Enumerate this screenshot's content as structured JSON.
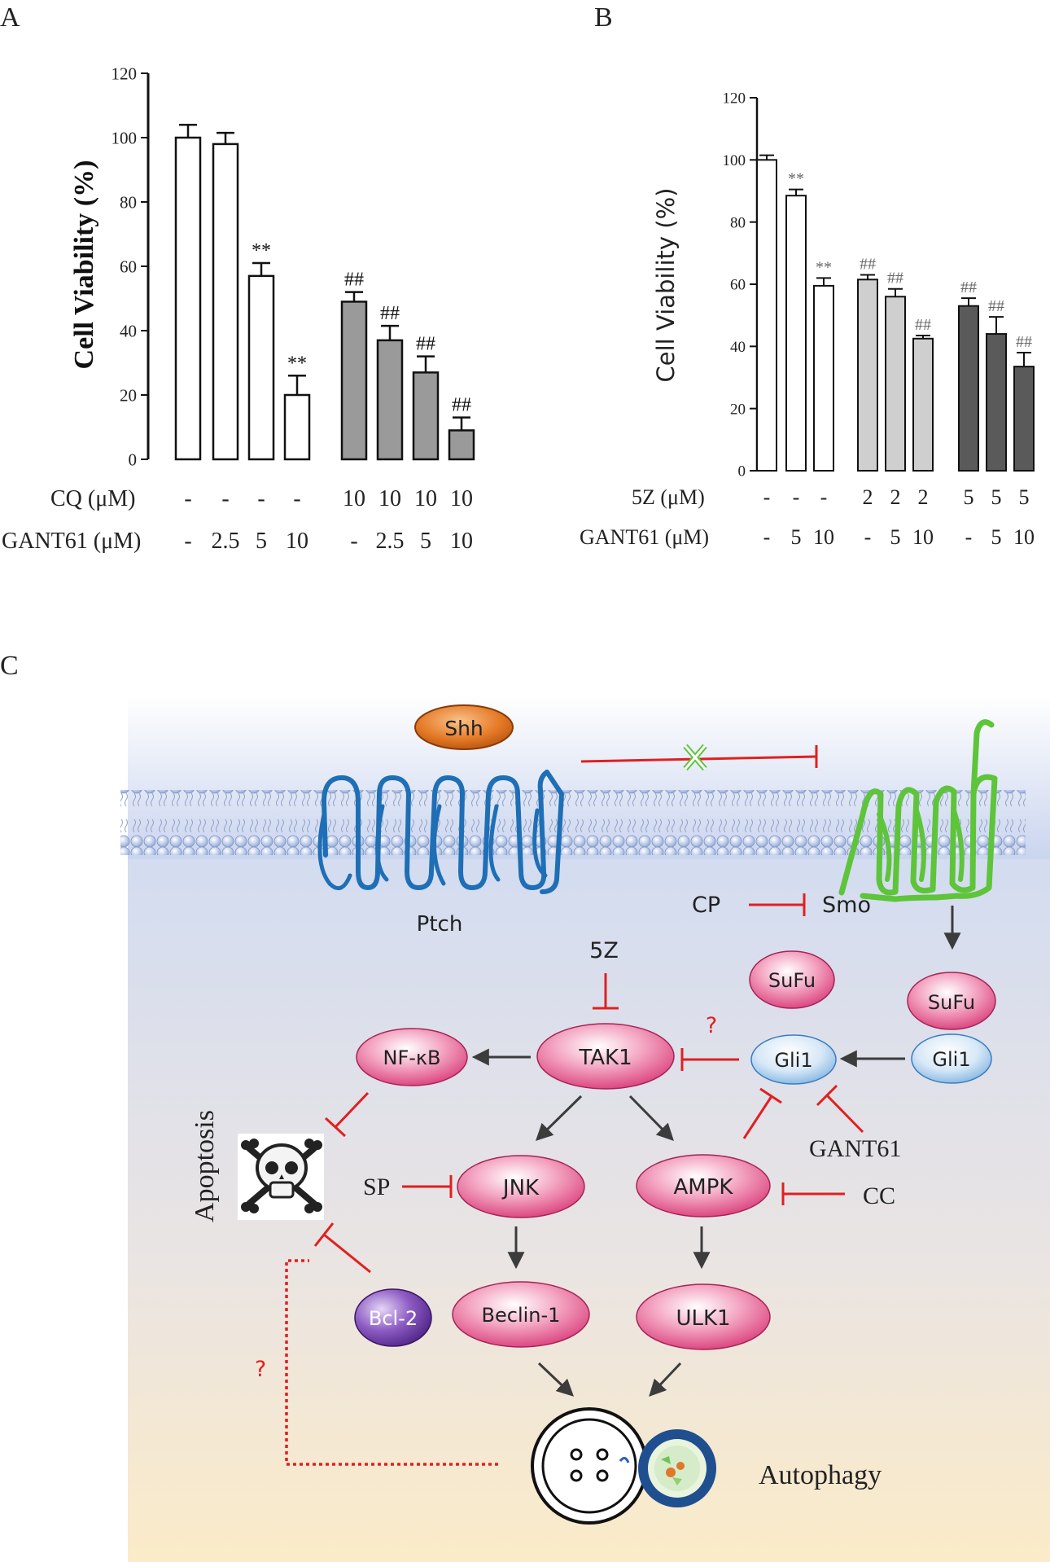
{
  "panels": {
    "a": "A",
    "b": "B",
    "c": "C"
  },
  "colors": {
    "bar_white": "#ffffff",
    "bar_light": "#cfcfcf",
    "bar_mid": "#9a9a9a",
    "bar_dark": "#5a5a5a",
    "inhibit_red": "#e02020",
    "arrow_gray": "#3c3c3c",
    "pink_node": "#e8568a",
    "blue_node": "#5aa0d8",
    "ptch_blue": "#1e6fb5",
    "smo_green": "#5ec43a",
    "shh_orange": "#e0782a",
    "bcl2_purple": "#6a3aa0"
  },
  "chart_data": [
    {
      "type": "bar",
      "panel": "A",
      "ylabel": "Cell Viability (%)",
      "ylim": [
        0,
        120
      ],
      "yticks": [
        "0",
        "20",
        "40",
        "60",
        "80",
        "100",
        "120"
      ],
      "bars": [
        {
          "value": 100,
          "error": 4,
          "color": "white",
          "mark": ""
        },
        {
          "value": 98,
          "error": 3.5,
          "color": "white",
          "mark": ""
        },
        {
          "value": 57,
          "error": 4,
          "color": "white",
          "mark": "**"
        },
        {
          "value": 20,
          "error": 6,
          "color": "white",
          "mark": "**"
        },
        {
          "value": 49,
          "error": 3,
          "color": "mid",
          "mark": "##"
        },
        {
          "value": 37,
          "error": 4.5,
          "color": "mid",
          "mark": "##"
        },
        {
          "value": 27,
          "error": 5,
          "color": "mid",
          "mark": "##"
        },
        {
          "value": 9,
          "error": 4,
          "color": "mid",
          "mark": "##"
        }
      ],
      "row_labels": [
        "CQ (μM)",
        "GANT61 (μM)"
      ],
      "rows": [
        [
          "-",
          "-",
          "-",
          "-",
          "10",
          "10",
          "10",
          "10"
        ],
        [
          "-",
          "2.5",
          "5",
          "10",
          "-",
          "2.5",
          "5",
          "10"
        ]
      ]
    },
    {
      "type": "bar",
      "panel": "B",
      "ylabel": "Cell Viability (%)",
      "ylim": [
        0,
        120
      ],
      "yticks": [
        "0",
        "20",
        "40",
        "60",
        "80",
        "100",
        "120"
      ],
      "bars": [
        {
          "value": 100,
          "error": 1.5,
          "color": "white",
          "mark": ""
        },
        {
          "value": 88.5,
          "error": 2,
          "color": "white",
          "mark": "**"
        },
        {
          "value": 59.5,
          "error": 2.5,
          "color": "white",
          "mark": "**"
        },
        {
          "value": 61.5,
          "error": 1.5,
          "color": "light",
          "mark": "##"
        },
        {
          "value": 56,
          "error": 2.5,
          "color": "light",
          "mark": "##"
        },
        {
          "value": 42.5,
          "error": 1,
          "color": "light",
          "mark": "##"
        },
        {
          "value": 53,
          "error": 2.5,
          "color": "dark",
          "mark": "##"
        },
        {
          "value": 44,
          "error": 5.5,
          "color": "dark",
          "mark": "##"
        },
        {
          "value": 33.5,
          "error": 4.5,
          "color": "dark",
          "mark": "##"
        }
      ],
      "row_labels": [
        "5Z (μM)",
        "GANT61 (μM)"
      ],
      "rows": [
        [
          "-",
          "-",
          "-",
          "2",
          "2",
          "2",
          "5",
          "5",
          "5"
        ],
        [
          "-",
          "5",
          "10",
          "-",
          "5",
          "10",
          "-",
          "5",
          "10"
        ]
      ]
    }
  ],
  "diagram": {
    "nodes": {
      "shh": "Shh",
      "ptch": "Ptch",
      "smo": "Smo",
      "cp": "CP",
      "z5": "5Z",
      "sufu_free": "SuFu",
      "sufu_bound": "SuFu",
      "gli1_bound": "Gli1",
      "gli1": "Gli1",
      "tak1": "TAK1",
      "nfkb": "NF-κB",
      "jnk": "JNK",
      "ampk": "AMPK",
      "beclin": "Beclin-1",
      "ulk1": "ULK1",
      "bcl2": "Bcl-2",
      "sp": "SP",
      "cc": "CC",
      "gant61": "GANT61",
      "apoptosis": "Apoptosis",
      "autophagy": "Autophagy",
      "q1": "?",
      "q2": "?"
    }
  }
}
